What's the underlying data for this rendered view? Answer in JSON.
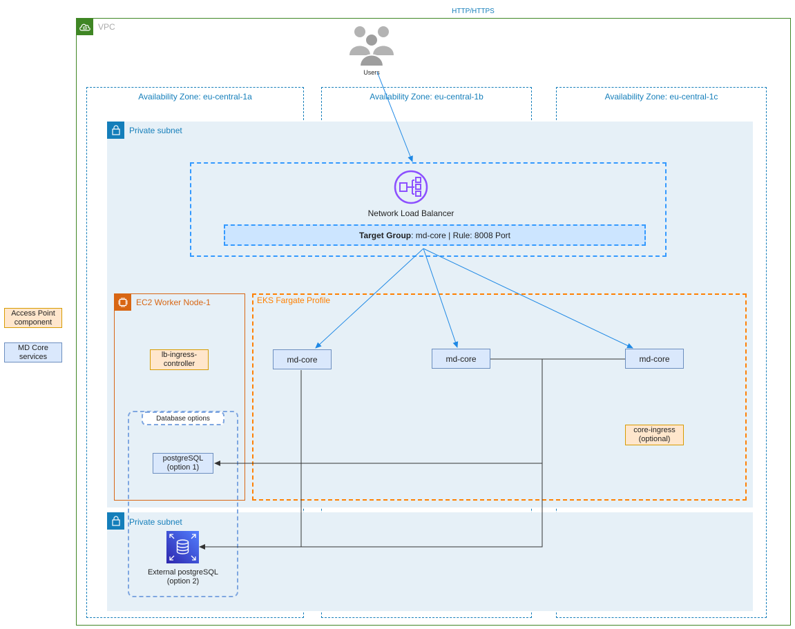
{
  "diagram": {
    "top_label": "HTTP/HTTPS",
    "vpc": {
      "label": "VPC",
      "icon": "cloud-lock-icon"
    },
    "availability_zones": [
      "Availability Zone: eu-central-1a",
      "Availability Zone: eu-central-1b",
      "Availability Zone: eu-central-1c"
    ],
    "private_subnet_top": "Private subnet",
    "private_subnet_bottom": "Private subnet",
    "users": {
      "label": "Users",
      "icon": "users-icon"
    },
    "load_balancer": {
      "label": "Network Load Balancer",
      "icon": "network-load-balancer-icon",
      "target_group_bold": "Target Group",
      "target_group_rest": ": md-core | Rule: 8008 Port"
    },
    "ec2_worker": {
      "label": "EC2 Worker Node-1",
      "icon": "chip-icon"
    },
    "eks_fargate": {
      "label": "EKS Fargate Profile"
    },
    "nodes": {
      "md_core": [
        "md-core",
        "md-core",
        "md-core"
      ],
      "lb_ingress": [
        "lb-ingress-",
        "controller"
      ],
      "core_ingress": [
        "core-ingress",
        "(optional)"
      ],
      "database_options": "Database options",
      "postgres_1": [
        "postgreSQL",
        "(option 1)"
      ],
      "external_postgres": [
        "External postgreSQL",
        "(option 2)"
      ]
    },
    "legend": {
      "access_point": [
        "Access Point",
        "component"
      ],
      "md_core_services": [
        "MD Core",
        "services"
      ]
    },
    "colors": {
      "vpc_border": "#3f8624",
      "az_border": "#147eba",
      "subnet_fill": "#e6f0f7",
      "nlb_purple": "#8c4fff",
      "ec2_orange": "#d86613",
      "eks_orange": "#ff8000",
      "rds_blue": "#3b48cc",
      "blue_node_fill": "#dae8fc",
      "orange_node_fill": "#ffe6cc",
      "arrow_blue": "#1e88e5",
      "connector_gray": "#333333"
    }
  }
}
